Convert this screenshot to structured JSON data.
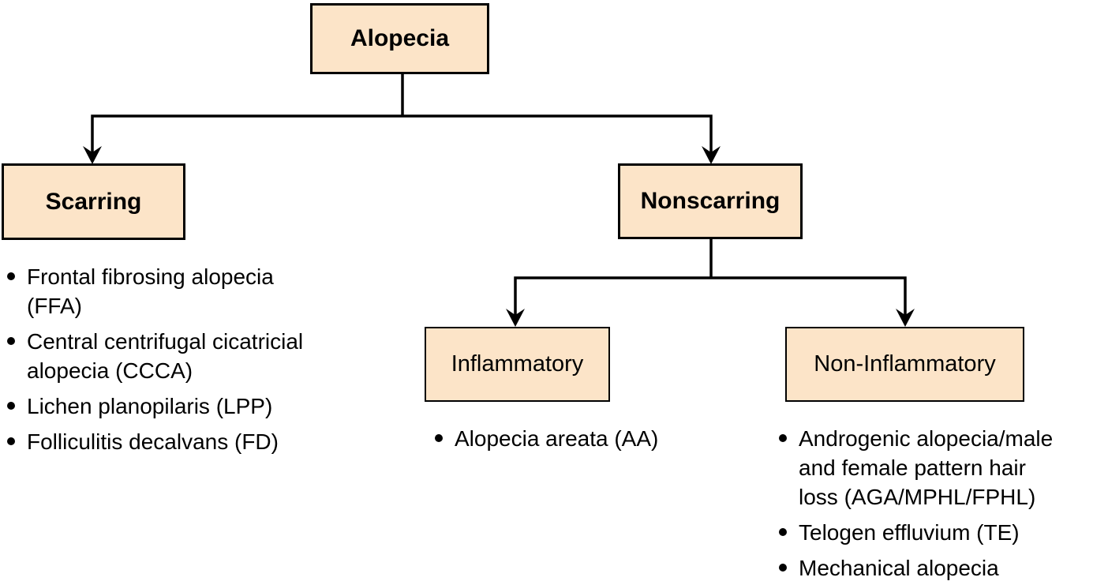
{
  "colors": {
    "node_fill": "#fce4c8",
    "node_border": "#000000",
    "connector": "#000000",
    "text": "#000000",
    "background": "#ffffff"
  },
  "icons": {
    "arrowhead": "▼",
    "bullet": "•"
  },
  "nodes": {
    "alopecia": "Alopecia",
    "scarring": "Scarring",
    "nonscarring": "Nonscarring",
    "inflammatory": "Inflammatory",
    "non_inflammatory": "Non-Inflammatory"
  },
  "edges": [
    {
      "from": "alopecia",
      "to": "scarring"
    },
    {
      "from": "alopecia",
      "to": "nonscarring"
    },
    {
      "from": "nonscarring",
      "to": "inflammatory"
    },
    {
      "from": "nonscarring",
      "to": "non_inflammatory"
    }
  ],
  "lists": {
    "scarring": [
      "Frontal fibrosing alopecia\n(FFA)",
      "Central centrifugal cicatricial\nalopecia (CCCA)",
      "Lichen planopilaris (LPP)",
      "Folliculitis decalvans (FD)"
    ],
    "inflammatory": [
      "Alopecia areata (AA)"
    ],
    "non_inflammatory": [
      "Androgenic alopecia/male\nand female pattern hair\nloss (AGA/MPHL/FPHL)",
      "Telogen effluvium (TE)",
      "Mechanical alopecia"
    ]
  }
}
